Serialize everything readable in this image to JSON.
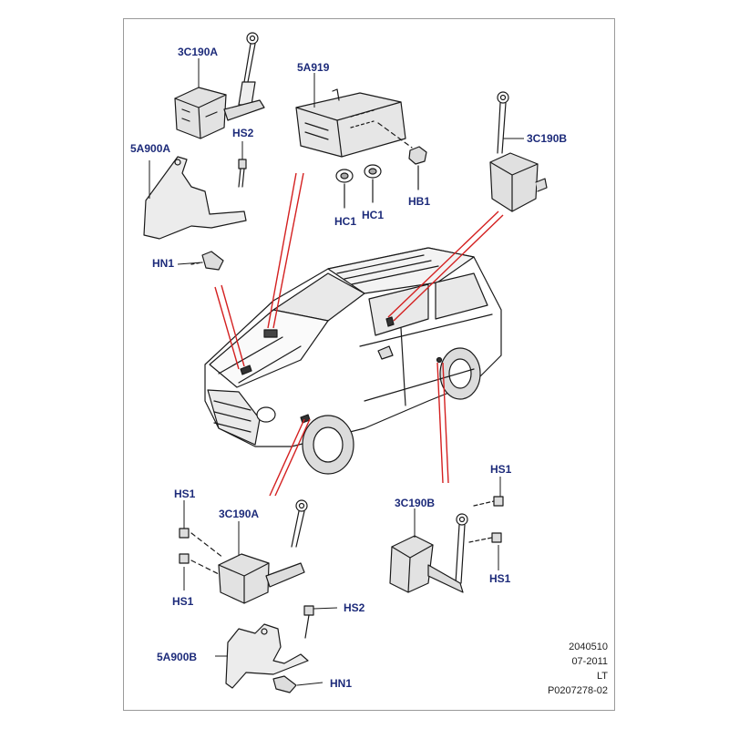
{
  "colors": {
    "label": "#1d2b7a",
    "leader": "#d42020",
    "line": "#1a1a1a",
    "part_fill": "#d8d8d8"
  },
  "labels": {
    "top_left_sensor": "3C190A",
    "top_module": "5A919",
    "top_right_sensor": "3C190B",
    "top_left_bracket": "5A900A",
    "hs2_top": "HS2",
    "hc1_left": "HC1",
    "hc1_right": "HC1",
    "hb1": "HB1",
    "hn1_top": "HN1",
    "hs1_left_top": "HS1",
    "bottom_left_sensor": "3C190A",
    "hs1_left_bottom": "HS1",
    "bottom_right_sensor": "3C190B",
    "hs1_right_top": "HS1",
    "hs1_right_bottom": "HS1",
    "hs2_bottom": "HS2",
    "bottom_left_bracket": "5A900B",
    "hn1_bottom": "HN1"
  },
  "footer": {
    "code": "2040510",
    "date": "07-2011",
    "lang": "LT",
    "ref": "P0207278-02"
  }
}
